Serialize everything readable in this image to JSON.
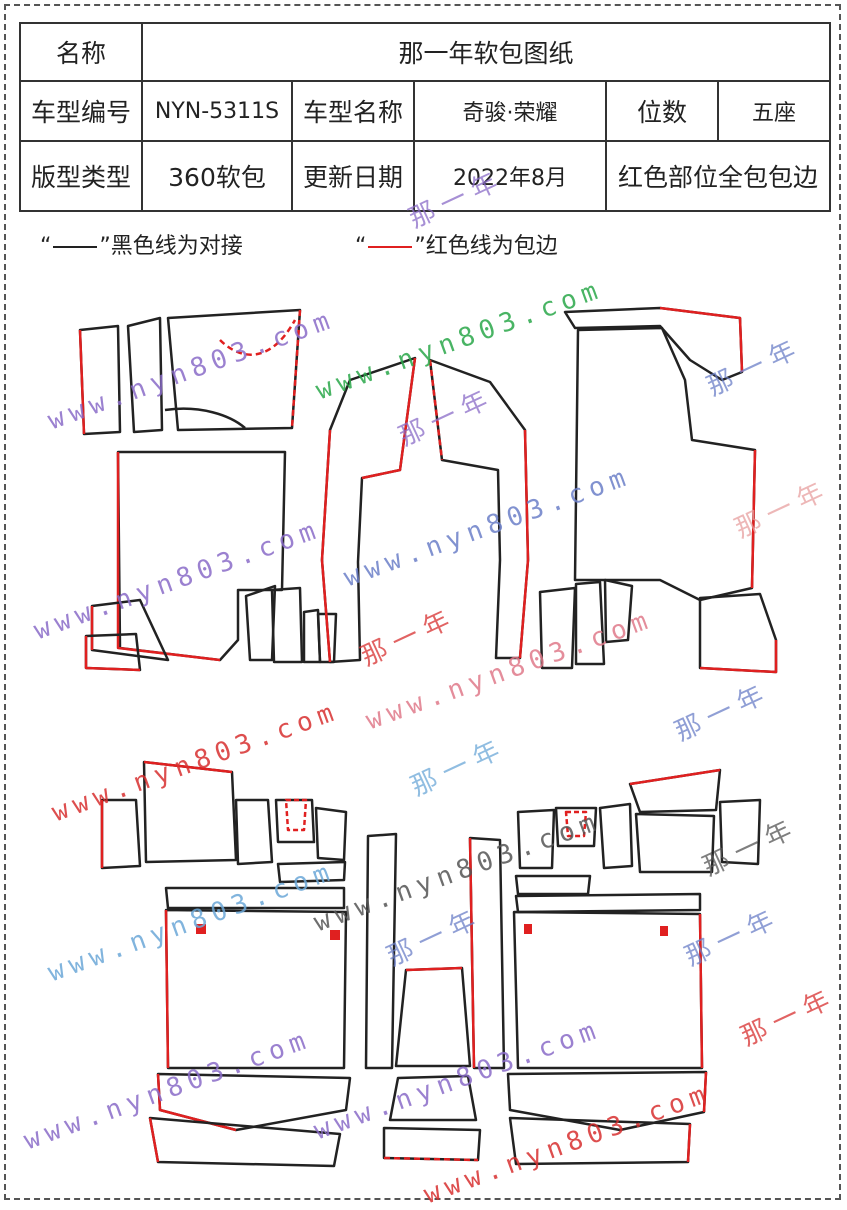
{
  "table": {
    "name_label": "名称",
    "name_value": "那一年软包图纸",
    "model_code_label": "车型编号",
    "model_code_value": "NYN-5311S",
    "model_name_label": "车型名称",
    "model_name_value": "奇骏·荣耀",
    "seats_label": "位数",
    "seats_value": "五座",
    "type_label": "版型类型",
    "type_value": "360软包",
    "update_label": "更新日期",
    "update_value": "2022年8月",
    "red_note": "红色部位全包包边"
  },
  "legend": {
    "black_open": "“",
    "black_close": "”黑色线为对接",
    "red_open": "“",
    "red_close": "”红色线为包边"
  },
  "colors": {
    "black_line": "#222222",
    "red_line": "#e02020"
  },
  "watermarks": {
    "url": "www.nyn803.com",
    "brand": "那一年"
  }
}
